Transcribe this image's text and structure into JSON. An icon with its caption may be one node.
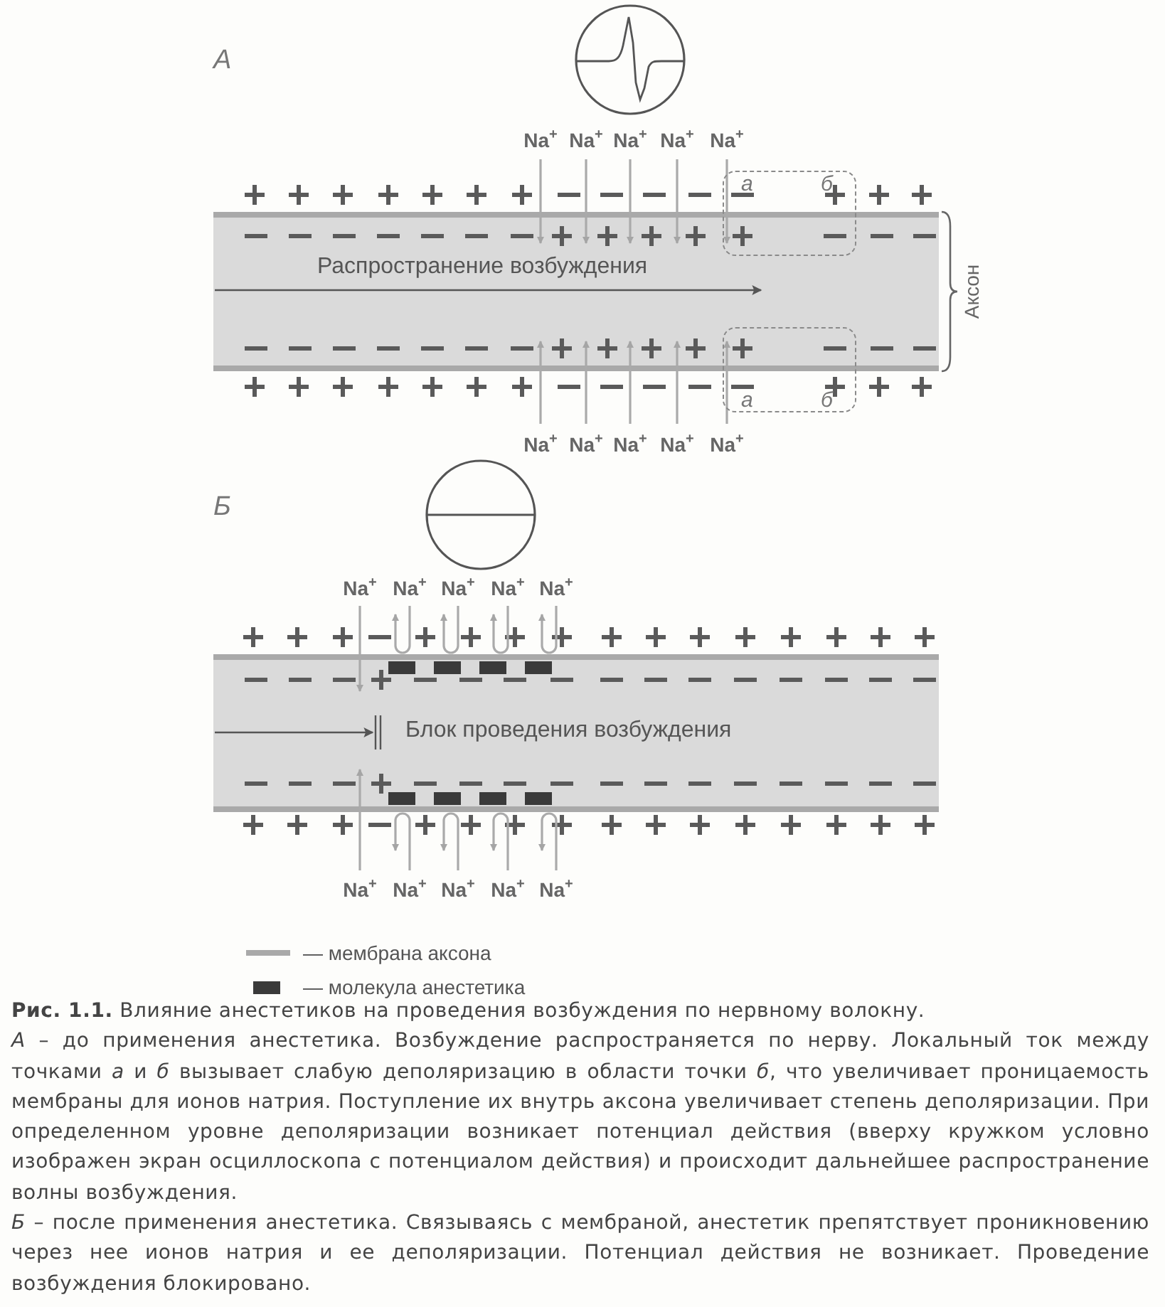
{
  "diagram": {
    "caption": "**Рис. 1.1.** Влияние анестетиков на проведения возбуждения по нервному волокну.",
    "nodes": [
      {
        "text": [
          "Распространение возбуждения"
        ],
        "beside": [
          "Аксон"
        ]
      },
      {
        "text": [
          "а",
          "б"
        ]
      },
      {
        "text": [
          "а",
          "б"
        ]
      },
      {
        "text": [
          "Блок проведения возбуждения"
        ]
      }
    ],
    "labels": [
      "А",
      "Na$^{+}$",
      "Na$^{+}$",
      "Na$^{+}$",
      "Na$^{+}$",
      "Na$^{+}$",
      "Na$^{+}$",
      "Na$^{+}$",
      "Na$^{+}$",
      "Na$^{+}$",
      "Na$^{+}$",
      "Б",
      "Na$^{+}$",
      "Na$^{+}$",
      "Na$^{+}$",
      "Na$^{+}$",
      "Na$^{+}$",
      "Na$^{+}$",
      "Na$^{+}$",
      "Na$^{+}$",
      "Na$^{+}$",
      "Na$^{+}$",
      "*А* – до применения анестетика. Возбуждение распространяется по нерву. Локальный ток между точками *а* и *б* вызывает слабую деполяризацию в области точки *б*, что увеличивает проницаемость мембраны для ионов натрия. Поступление их внутрь аксона увеличивает степень деполяризации. При определенном уровне деполяризации возникает потенциал действия (вверху кружком условно изображен экран осциллоскопа с потенциалом действия) и происходит дальнейшее распространение волны возбуждения.",
      "*Б* – после применения анестетика. Связываясь с мембраной, анестетик препятствует проникновению через нее ионов натрия и ее деполяризации. Потенциал действия не возникает. Проведение возбуждения блокировано."
    ],
    "legend": [
      {
        "text": "— мембрана аксона"
      },
      {
        "text": "— молекула анестетика",
        "color": "#3a3a3a"
      }
    ]
  }
}
